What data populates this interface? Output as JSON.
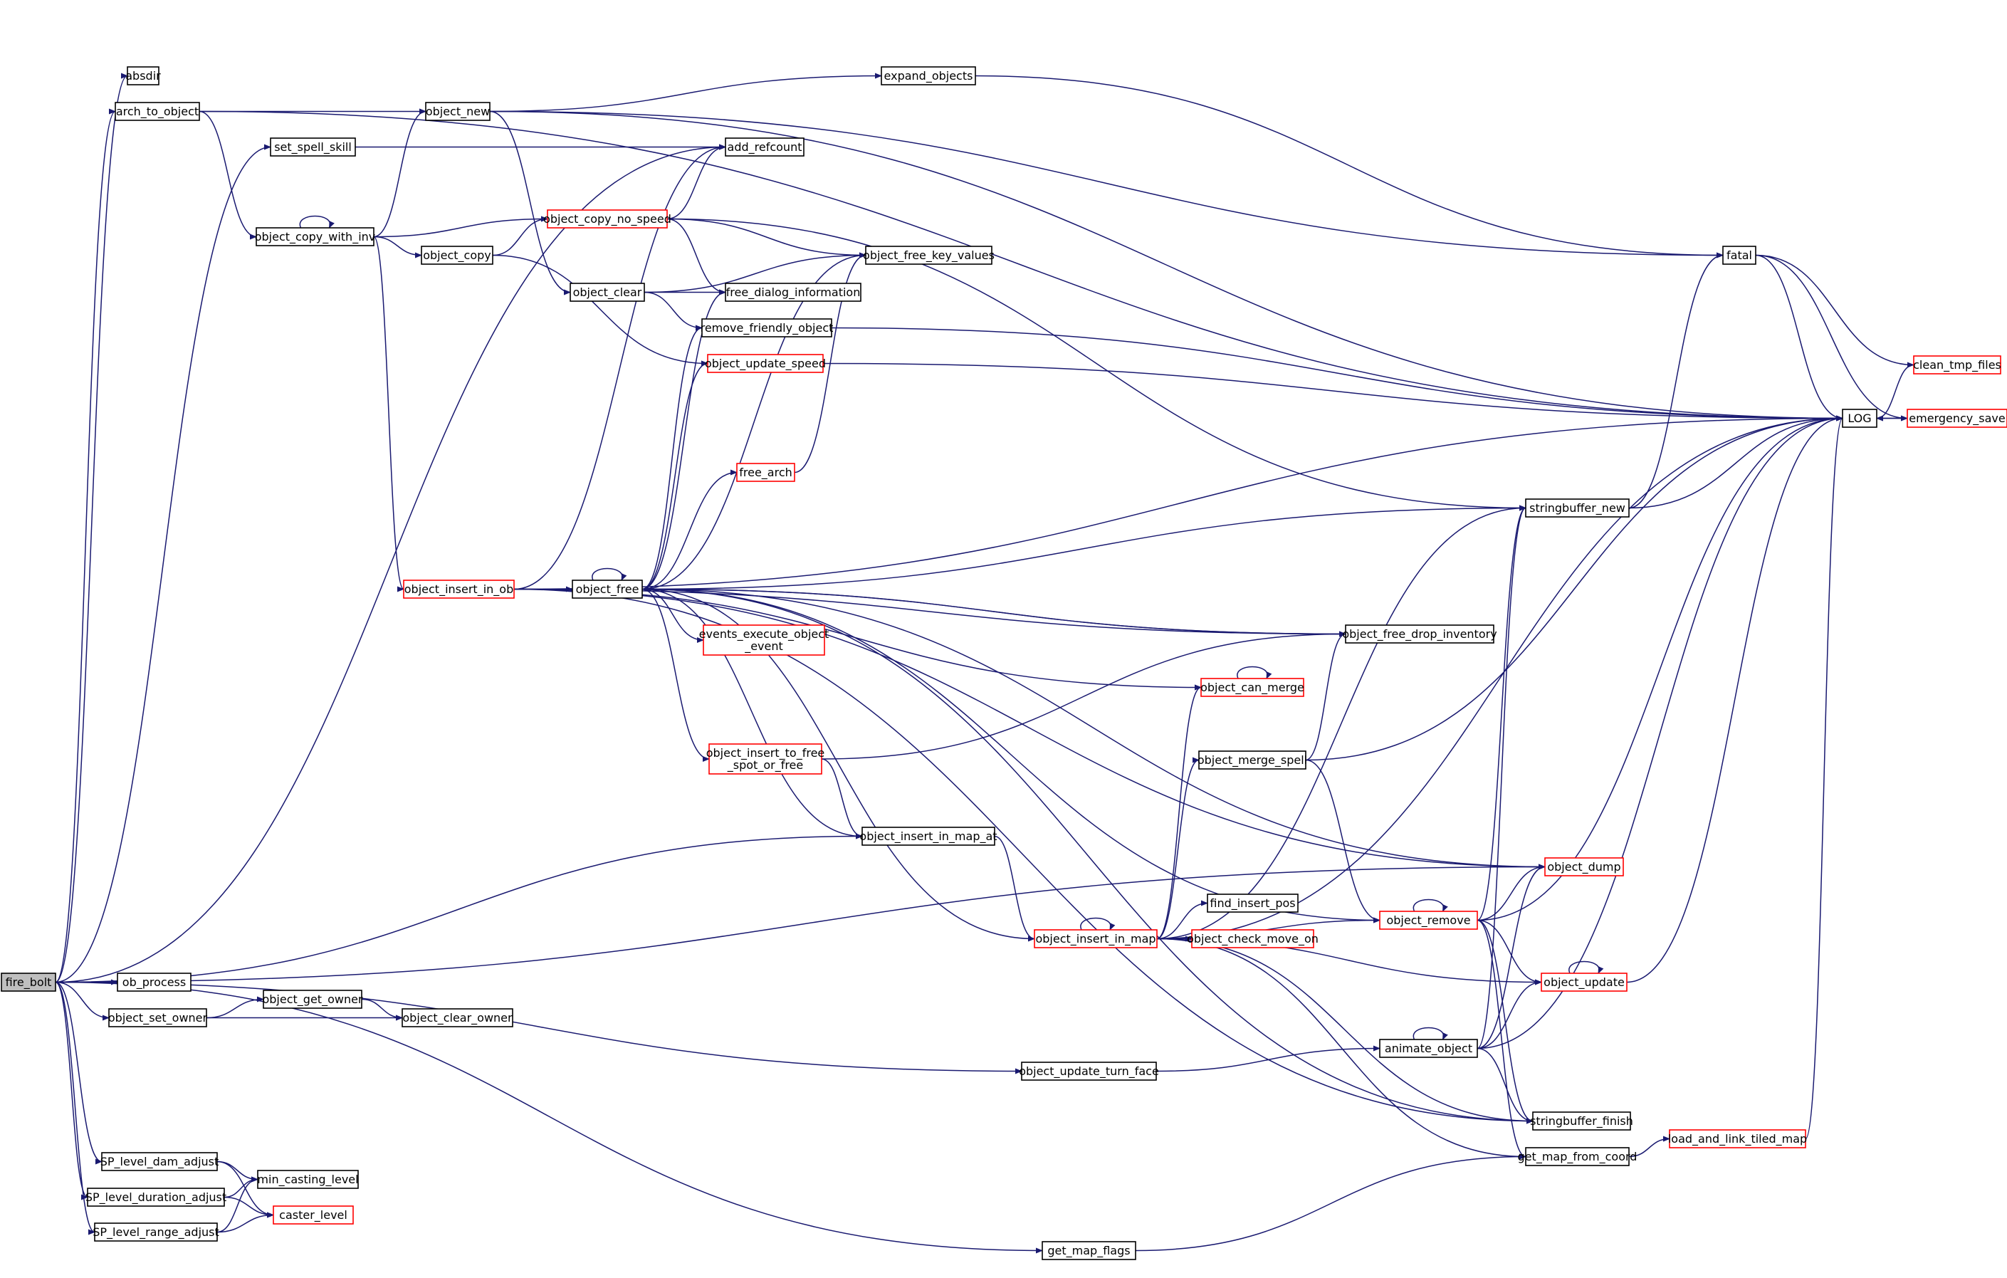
{
  "colors": {
    "edge": "#191970",
    "node_border": "#000000",
    "node_border_incomplete": "#ff0000",
    "root_fill": "#bfbfbf",
    "node_fill": "#ffffff"
  },
  "nodes": [
    {
      "id": "fire_bolt",
      "label": "fire_bolt",
      "style": "root"
    },
    {
      "id": "absdir",
      "label": "absdir",
      "style": "normal"
    },
    {
      "id": "arch_to_object",
      "label": "arch_to_object",
      "style": "normal"
    },
    {
      "id": "set_spell_skill",
      "label": "set_spell_skill",
      "style": "normal"
    },
    {
      "id": "object_copy_with_inv",
      "label": "object_copy_with_inv",
      "style": "normal"
    },
    {
      "id": "object_insert_in_ob",
      "label": "object_insert_in_ob",
      "style": "incomplete"
    },
    {
      "id": "ob_process",
      "label": "ob_process",
      "style": "normal"
    },
    {
      "id": "object_set_owner",
      "label": "object_set_owner",
      "style": "normal"
    },
    {
      "id": "SP_level_dam_adjust",
      "label": "SP_level_dam_adjust",
      "style": "normal"
    },
    {
      "id": "SP_level_duration_adjust",
      "label": "SP_level_duration_adjust",
      "style": "normal"
    },
    {
      "id": "SP_level_range_adjust",
      "label": "SP_level_range_adjust",
      "style": "normal"
    },
    {
      "id": "object_new",
      "label": "object_new",
      "style": "normal"
    },
    {
      "id": "object_copy",
      "label": "object_copy",
      "style": "normal"
    },
    {
      "id": "object_get_owner",
      "label": "object_get_owner",
      "style": "normal"
    },
    {
      "id": "object_clear_owner",
      "label": "object_clear_owner",
      "style": "normal"
    },
    {
      "id": "min_casting_level",
      "label": "min_casting_level",
      "style": "normal"
    },
    {
      "id": "caster_level",
      "label": "caster_level",
      "style": "incomplete"
    },
    {
      "id": "object_copy_no_speed",
      "label": "object_copy_no_speed",
      "style": "incomplete"
    },
    {
      "id": "object_clear",
      "label": "object_clear",
      "style": "normal"
    },
    {
      "id": "object_free",
      "label": "object_free",
      "style": "normal"
    },
    {
      "id": "add_refcount",
      "label": "add_refcount",
      "style": "normal"
    },
    {
      "id": "free_dialog_information",
      "label": "free_dialog_information",
      "style": "normal"
    },
    {
      "id": "remove_friendly_object",
      "label": "remove_friendly_object",
      "style": "normal"
    },
    {
      "id": "object_update_speed",
      "label": "object_update_speed",
      "style": "incomplete"
    },
    {
      "id": "free_arch",
      "label": "free_arch",
      "style": "incomplete"
    },
    {
      "id": "events_execute_object_event",
      "label": "events_execute_object\n_event",
      "style": "incomplete"
    },
    {
      "id": "object_insert_to_free_spot_or_free",
      "label": "object_insert_to_free\n_spot_or_free",
      "style": "incomplete"
    },
    {
      "id": "expand_objects",
      "label": "expand_objects",
      "style": "normal"
    },
    {
      "id": "object_free_key_values",
      "label": "object_free_key_values",
      "style": "normal"
    },
    {
      "id": "object_insert_in_map_at",
      "label": "object_insert_in_map_at",
      "style": "normal"
    },
    {
      "id": "object_update_turn_face",
      "label": "object_update_turn_face",
      "style": "normal"
    },
    {
      "id": "get_map_flags",
      "label": "get_map_flags",
      "style": "normal"
    },
    {
      "id": "object_insert_in_map",
      "label": "object_insert_in_map",
      "style": "incomplete"
    },
    {
      "id": "object_free_drop_inventory",
      "label": "object_free_drop_inventory",
      "style": "normal"
    },
    {
      "id": "object_can_merge",
      "label": "object_can_merge",
      "style": "incomplete"
    },
    {
      "id": "object_merge_spell",
      "label": "object_merge_spell",
      "style": "normal"
    },
    {
      "id": "find_insert_pos",
      "label": "find_insert_pos",
      "style": "normal"
    },
    {
      "id": "object_check_move_on",
      "label": "object_check_move_on",
      "style": "incomplete"
    },
    {
      "id": "object_remove",
      "label": "object_remove",
      "style": "incomplete"
    },
    {
      "id": "object_dump",
      "label": "object_dump",
      "style": "incomplete"
    },
    {
      "id": "object_update",
      "label": "object_update",
      "style": "incomplete"
    },
    {
      "id": "animate_object",
      "label": "animate_object",
      "style": "normal"
    },
    {
      "id": "stringbuffer_new",
      "label": "stringbuffer_new",
      "style": "normal"
    },
    {
      "id": "stringbuffer_finish",
      "label": "stringbuffer_finish",
      "style": "normal"
    },
    {
      "id": "get_map_from_coord",
      "label": "get_map_from_coord",
      "style": "normal"
    },
    {
      "id": "load_and_link_tiled_map",
      "label": "load_and_link_tiled_map",
      "style": "incomplete"
    },
    {
      "id": "fatal",
      "label": "fatal",
      "style": "normal"
    },
    {
      "id": "LOG",
      "label": "LOG",
      "style": "normal"
    },
    {
      "id": "clean_tmp_files",
      "label": "clean_tmp_files",
      "style": "incomplete"
    },
    {
      "id": "emergency_save",
      "label": "emergency_save",
      "style": "incomplete"
    }
  ],
  "edges": [
    [
      "fire_bolt",
      "absdir"
    ],
    [
      "fire_bolt",
      "arch_to_object"
    ],
    [
      "fire_bolt",
      "set_spell_skill"
    ],
    [
      "fire_bolt",
      "add_refcount"
    ],
    [
      "fire_bolt",
      "object_insert_in_map_at"
    ],
    [
      "fire_bolt",
      "object_dump"
    ],
    [
      "fire_bolt",
      "ob_process"
    ],
    [
      "fire_bolt",
      "object_set_owner"
    ],
    [
      "fire_bolt",
      "object_update_turn_face"
    ],
    [
      "fire_bolt",
      "get_map_flags"
    ],
    [
      "fire_bolt",
      "SP_level_dam_adjust"
    ],
    [
      "fire_bolt",
      "SP_level_duration_adjust"
    ],
    [
      "fire_bolt",
      "SP_level_range_adjust"
    ],
    [
      "arch_to_object",
      "object_new"
    ],
    [
      "arch_to_object",
      "object_copy_with_inv"
    ],
    [
      "arch_to_object",
      "LOG"
    ],
    [
      "set_spell_skill",
      "add_refcount"
    ],
    [
      "object_copy_with_inv",
      "object_copy_with_inv"
    ],
    [
      "object_copy_with_inv",
      "object_new"
    ],
    [
      "object_copy_with_inv",
      "object_copy_no_speed"
    ],
    [
      "object_copy_with_inv",
      "object_copy"
    ],
    [
      "object_copy_with_inv",
      "object_insert_in_ob"
    ],
    [
      "object_new",
      "expand_objects"
    ],
    [
      "object_new",
      "LOG"
    ],
    [
      "object_new",
      "fatal"
    ],
    [
      "object_new",
      "object_clear"
    ],
    [
      "object_copy",
      "object_copy_no_speed"
    ],
    [
      "object_copy",
      "object_update_speed"
    ],
    [
      "object_copy_no_speed",
      "add_refcount"
    ],
    [
      "object_copy_no_speed",
      "object_free_key_values"
    ],
    [
      "object_copy_no_speed",
      "free_dialog_information"
    ],
    [
      "object_copy_no_speed",
      "stringbuffer_new"
    ],
    [
      "object_clear",
      "object_free_key_values"
    ],
    [
      "object_clear",
      "free_dialog_information"
    ],
    [
      "object_clear",
      "remove_friendly_object"
    ],
    [
      "remove_friendly_object",
      "LOG"
    ],
    [
      "object_update_speed",
      "LOG"
    ],
    [
      "free_arch",
      "object_free_key_values"
    ],
    [
      "expand_objects",
      "fatal"
    ],
    [
      "object_insert_in_ob",
      "object_free"
    ],
    [
      "object_insert_in_ob",
      "add_refcount"
    ],
    [
      "object_insert_in_ob",
      "LOG"
    ],
    [
      "object_insert_in_ob",
      "object_can_merge"
    ],
    [
      "object_insert_in_ob",
      "object_dump"
    ],
    [
      "object_insert_in_ob",
      "stringbuffer_finish"
    ],
    [
      "object_insert_in_ob",
      "object_free_drop_inventory"
    ],
    [
      "object_free",
      "object_free"
    ],
    [
      "object_free",
      "free_dialog_information"
    ],
    [
      "object_free",
      "remove_friendly_object"
    ],
    [
      "object_free",
      "object_update_speed"
    ],
    [
      "object_free",
      "object_free_key_values"
    ],
    [
      "object_free",
      "free_arch"
    ],
    [
      "object_free",
      "stringbuffer_new"
    ],
    [
      "object_free",
      "object_dump"
    ],
    [
      "object_free",
      "events_execute_object_event"
    ],
    [
      "object_free",
      "object_free_drop_inventory"
    ],
    [
      "object_free",
      "object_insert_to_free_spot_or_free"
    ],
    [
      "object_free",
      "object_insert_in_map_at"
    ],
    [
      "object_free",
      "object_remove"
    ],
    [
      "object_free",
      "stringbuffer_finish"
    ],
    [
      "object_free_drop_inventory",
      "object_free"
    ],
    [
      "object_insert_to_free_spot_or_free",
      "object_free_drop_inventory"
    ],
    [
      "object_insert_to_free_spot_or_free",
      "object_insert_in_map_at"
    ],
    [
      "object_insert_in_map_at",
      "object_insert_in_map"
    ],
    [
      "object_set_owner",
      "object_get_owner"
    ],
    [
      "object_set_owner",
      "object_clear_owner"
    ],
    [
      "object_get_owner",
      "object_clear_owner"
    ],
    [
      "object_update_turn_face",
      "animate_object"
    ],
    [
      "SP_level_dam_adjust",
      "min_casting_level"
    ],
    [
      "SP_level_dam_adjust",
      "caster_level"
    ],
    [
      "SP_level_duration_adjust",
      "min_casting_level"
    ],
    [
      "SP_level_duration_adjust",
      "caster_level"
    ],
    [
      "SP_level_range_adjust",
      "min_casting_level"
    ],
    [
      "SP_level_range_adjust",
      "caster_level"
    ],
    [
      "get_map_flags",
      "get_map_from_coord"
    ],
    [
      "object_insert_in_map",
      "object_insert_in_map"
    ],
    [
      "object_insert_in_map",
      "object_free"
    ],
    [
      "object_insert_in_map",
      "object_can_merge"
    ],
    [
      "object_insert_in_map",
      "object_merge_spell"
    ],
    [
      "object_insert_in_map",
      "find_insert_pos"
    ],
    [
      "object_insert_in_map",
      "object_check_move_on"
    ],
    [
      "object_insert_in_map",
      "object_remove"
    ],
    [
      "object_insert_in_map",
      "object_update"
    ],
    [
      "object_insert_in_map",
      "stringbuffer_new"
    ],
    [
      "object_insert_in_map",
      "stringbuffer_finish"
    ],
    [
      "object_insert_in_map",
      "get_map_from_coord"
    ],
    [
      "object_insert_in_map",
      "LOG"
    ],
    [
      "object_can_merge",
      "object_can_merge"
    ],
    [
      "object_merge_spell",
      "object_remove"
    ],
    [
      "object_merge_spell",
      "object_free_drop_inventory"
    ],
    [
      "object_merge_spell",
      "LOG"
    ],
    [
      "object_remove",
      "object_remove"
    ],
    [
      "object_remove",
      "object_dump"
    ],
    [
      "object_remove",
      "object_update"
    ],
    [
      "object_remove",
      "stringbuffer_new"
    ],
    [
      "object_remove",
      "stringbuffer_finish"
    ],
    [
      "object_remove",
      "get_map_from_coord"
    ],
    [
      "object_remove",
      "LOG"
    ],
    [
      "object_update",
      "object_update"
    ],
    [
      "object_update",
      "LOG"
    ],
    [
      "animate_object",
      "animate_object"
    ],
    [
      "animate_object",
      "object_update"
    ],
    [
      "animate_object",
      "object_dump"
    ],
    [
      "animate_object",
      "stringbuffer_new"
    ],
    [
      "animate_object",
      "stringbuffer_finish"
    ],
    [
      "animate_object",
      "LOG"
    ],
    [
      "stringbuffer_new",
      "fatal"
    ],
    [
      "stringbuffer_new",
      "LOG"
    ],
    [
      "get_map_from_coord",
      "load_and_link_tiled_map"
    ],
    [
      "load_and_link_tiled_map",
      "LOG"
    ],
    [
      "fatal",
      "LOG"
    ],
    [
      "fatal",
      "clean_tmp_files"
    ],
    [
      "fatal",
      "emergency_save"
    ],
    [
      "clean_tmp_files",
      "LOG"
    ],
    [
      "emergency_save",
      "LOG"
    ],
    [
      "LOG",
      "emergency_save"
    ]
  ]
}
